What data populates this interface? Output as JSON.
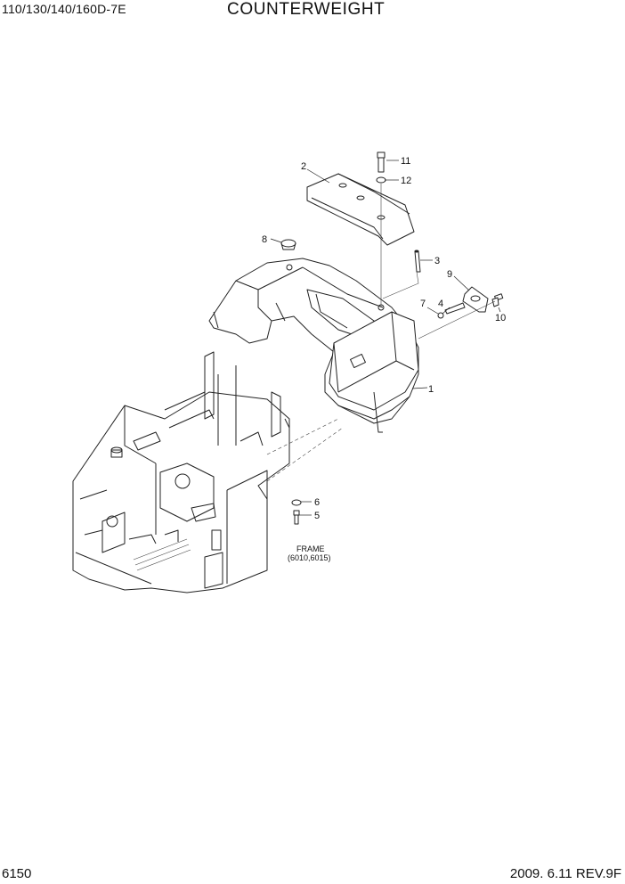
{
  "header": {
    "model": "110/130/140/160D-7E",
    "title": "COUNTERWEIGHT"
  },
  "footer": {
    "page": "6150",
    "revision": "2009. 6.11  REV.9F"
  },
  "frame_label": {
    "line1": "FRAME",
    "line2": "(6010,6015)"
  },
  "callouts": [
    "1",
    "2",
    "3",
    "4",
    "5",
    "6",
    "7",
    "8",
    "9",
    "10",
    "11",
    "12"
  ]
}
